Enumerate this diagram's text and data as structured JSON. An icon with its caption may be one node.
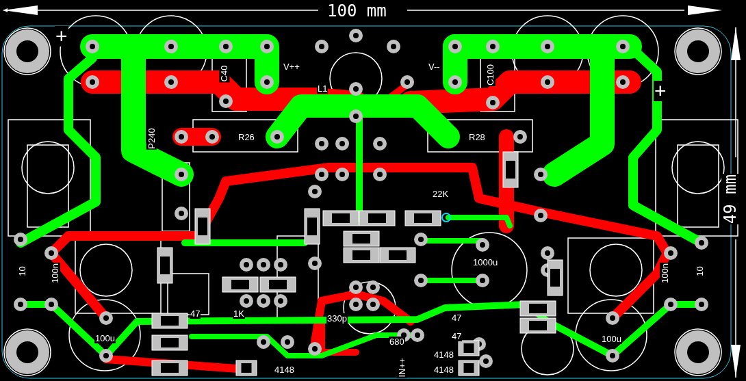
{
  "diagram": {
    "labels": [
      "100 mm",
      "49 mm",
      "+",
      "C40",
      "V++",
      "L1",
      "V--",
      "C100",
      "+",
      "P240",
      "R26",
      "R28",
      "22K",
      "1000u",
      "10",
      "100n",
      "100n",
      "10",
      "330p",
      "1K",
      "47",
      "47",
      "47",
      "100u",
      "680",
      "100u",
      "4148",
      "4148",
      "4148",
      "IN++"
    ]
  }
}
